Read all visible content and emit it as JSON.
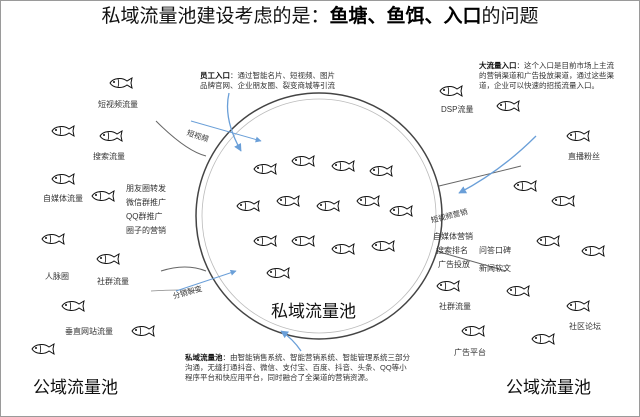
{
  "title": {
    "pre": "私域流量池建设考虑的是：",
    "bold": "鱼塘、鱼饵、入口",
    "post": "的问题"
  },
  "pool_label": "私域流量池",
  "public_left": "公域流量池",
  "public_right": "公域流量池",
  "left_sources": [
    "短视频流量",
    "搜索流量",
    "自媒体流量",
    "人脉圈",
    "社群流量",
    "垂直网站流量"
  ],
  "right_sources": [
    "DSP流量",
    "直播粉丝",
    "社群流量",
    "广告平台",
    "社区论坛"
  ],
  "employee_box": {
    "heading": "员工入口",
    "text_line1": "：通过智能名片、短视频、图片",
    "text_line2": "品牌官网、企业朋友圈、裂变商城等引流"
  },
  "big_entrance_box": {
    "heading": "大流量入口",
    "text_line1": "：这个入口是目前市场上主流",
    "text_line2": "的营销渠道和广告投放渠道，通过这些渠",
    "text_line3": "道，企业可以快速的招揽流量入口。"
  },
  "pool_tools_box": {
    "heading": "私域流量池",
    "text_line1": "：由智能销售系统、智能营销系统、智能管理系统三部分",
    "text_line2": "沟通，无缝打通抖音、微信、支付宝、百度、抖音、头条、QQ等小",
    "text_line3": "程序平台和快应用平台，同时融合了全渠道的营销资源。"
  },
  "left_channels": [
    "朋友圈转发",
    "微信群推广",
    "QQ群推广",
    "圈子的营销"
  ],
  "right_channels": [
    "短视频营销",
    "自媒体营销",
    "搜索排名",
    "问答口碑",
    "广告投放",
    "新闻软文"
  ],
  "slant_left_top": "短视频",
  "slant_left_bottom": "分销裂变"
}
